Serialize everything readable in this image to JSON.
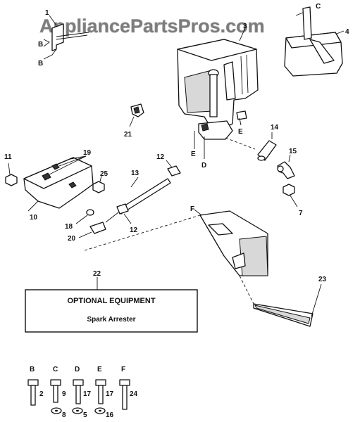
{
  "watermark": "AppliancePartsPros.com",
  "callouts": {
    "p1": "1",
    "p3": "3",
    "p4": "4",
    "p7": "7",
    "p10": "10",
    "p11": "11",
    "p12a": "12",
    "p12b": "12",
    "p13": "13",
    "p14": "14",
    "p15": "15",
    "p18": "18",
    "p19": "19",
    "p20": "20",
    "p21": "21",
    "p22": "22",
    "p23": "23",
    "p25": "25"
  },
  "refs": {
    "b1": "B",
    "b2": "B",
    "c": "C",
    "e1": "E",
    "e2": "E",
    "d": "D",
    "f": "F"
  },
  "optional_box": {
    "title": "OPTIONAL EQUIPMENT",
    "subtitle": "Spark Arrester"
  },
  "fasteners": [
    {
      "letter": "B",
      "qty": "2"
    },
    {
      "letter": "C",
      "qty": "9"
    },
    {
      "letter": "D",
      "qty": "17"
    },
    {
      "letter": "E",
      "qty": "17"
    },
    {
      "letter": "F",
      "qty": "24"
    }
  ],
  "washers": [
    "8",
    "5",
    "16"
  ]
}
